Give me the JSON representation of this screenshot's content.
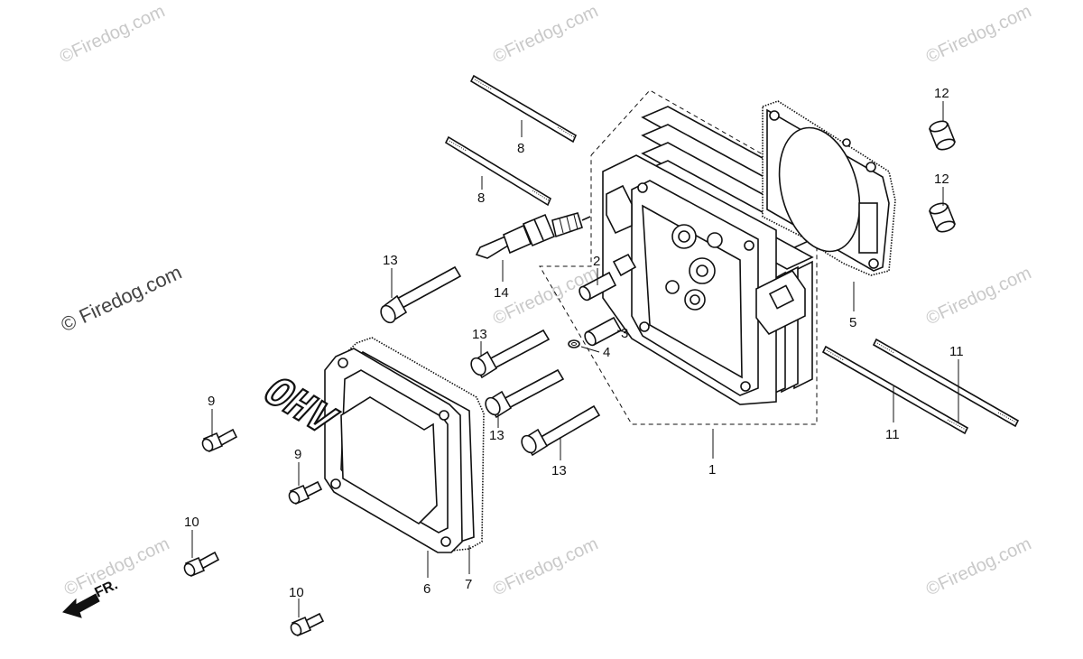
{
  "watermarks": {
    "text": "©Firedog.com",
    "prominent_text": "© Firedog.com"
  },
  "cover_marking": "OHV",
  "direction_label": "FR.",
  "callouts": {
    "c1": "1",
    "c2": "2",
    "c3": "3",
    "c4": "4",
    "c5": "5",
    "c6": "6",
    "c7": "7",
    "c8a": "8",
    "c8b": "8",
    "c9a": "9",
    "c9b": "9",
    "c10a": "10",
    "c10b": "10",
    "c11a": "11",
    "c11b": "11",
    "c12a": "12",
    "c12b": "12",
    "c13a": "13",
    "c13b": "13",
    "c13c": "13",
    "c13d": "13",
    "c14": "14"
  },
  "colors": {
    "line": "#111111",
    "watermark": "#c9c9c9",
    "background": "#ffffff"
  }
}
